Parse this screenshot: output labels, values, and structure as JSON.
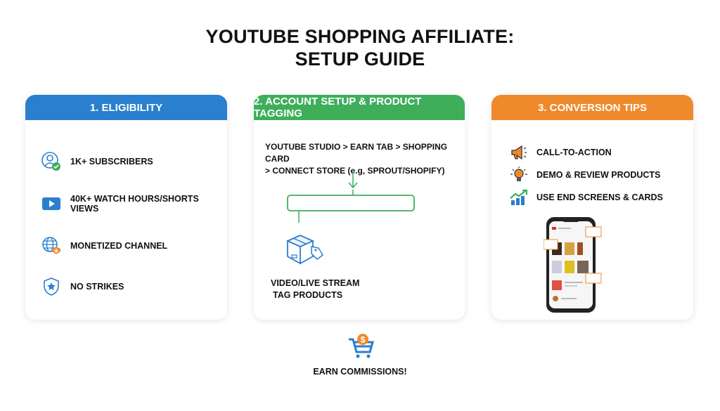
{
  "title": {
    "line1": "YOUTUBE SHOPPING AFFILIATE:",
    "line2": "SETUP GUIDE"
  },
  "colors": {
    "blue": "#2a7fce",
    "green": "#3fae5b",
    "orange": "#ef8a2c"
  },
  "cards": [
    {
      "header": "1. ELIGIBILITY",
      "items": [
        {
          "icon": "user-check-icon",
          "label": "1K+ SUBSCRIBERS"
        },
        {
          "icon": "play-icon",
          "label": "40K+ WATCH HOURS/SHORTS VIEWS"
        },
        {
          "icon": "globe-plus-icon",
          "label": "MONETIZED CHANNEL"
        },
        {
          "icon": "shield-star-icon",
          "label": "NO STRIKES"
        }
      ]
    },
    {
      "header": "2. ACCOUNT SETUP & PRODUCT TAGGING",
      "path_line1": "YOUTUBE STUDIO > EARN TAB > SHOPPING CARD",
      "path_line2": "> CONNECT STORE (e.g, SPROUT/SHOPIFY)",
      "box_icon": "package-tag-icon",
      "step_line1": "VIDEO/LIVE STREAM",
      "step_line2": "TAG PRODUCTS"
    },
    {
      "header": "3. CONVERSION TIPS",
      "items": [
        {
          "icon": "megaphone-icon",
          "label": "CALL-TO-ACTION"
        },
        {
          "icon": "lightbulb-icon",
          "label": "DEMO & REVIEW PRODUCTS"
        },
        {
          "icon": "growth-chart-icon",
          "label": "USE END SCREENS & CARDS"
        }
      ]
    }
  ],
  "footer": {
    "icon": "cart-dollar-icon",
    "label": "EARN COMMISSIONS!"
  }
}
